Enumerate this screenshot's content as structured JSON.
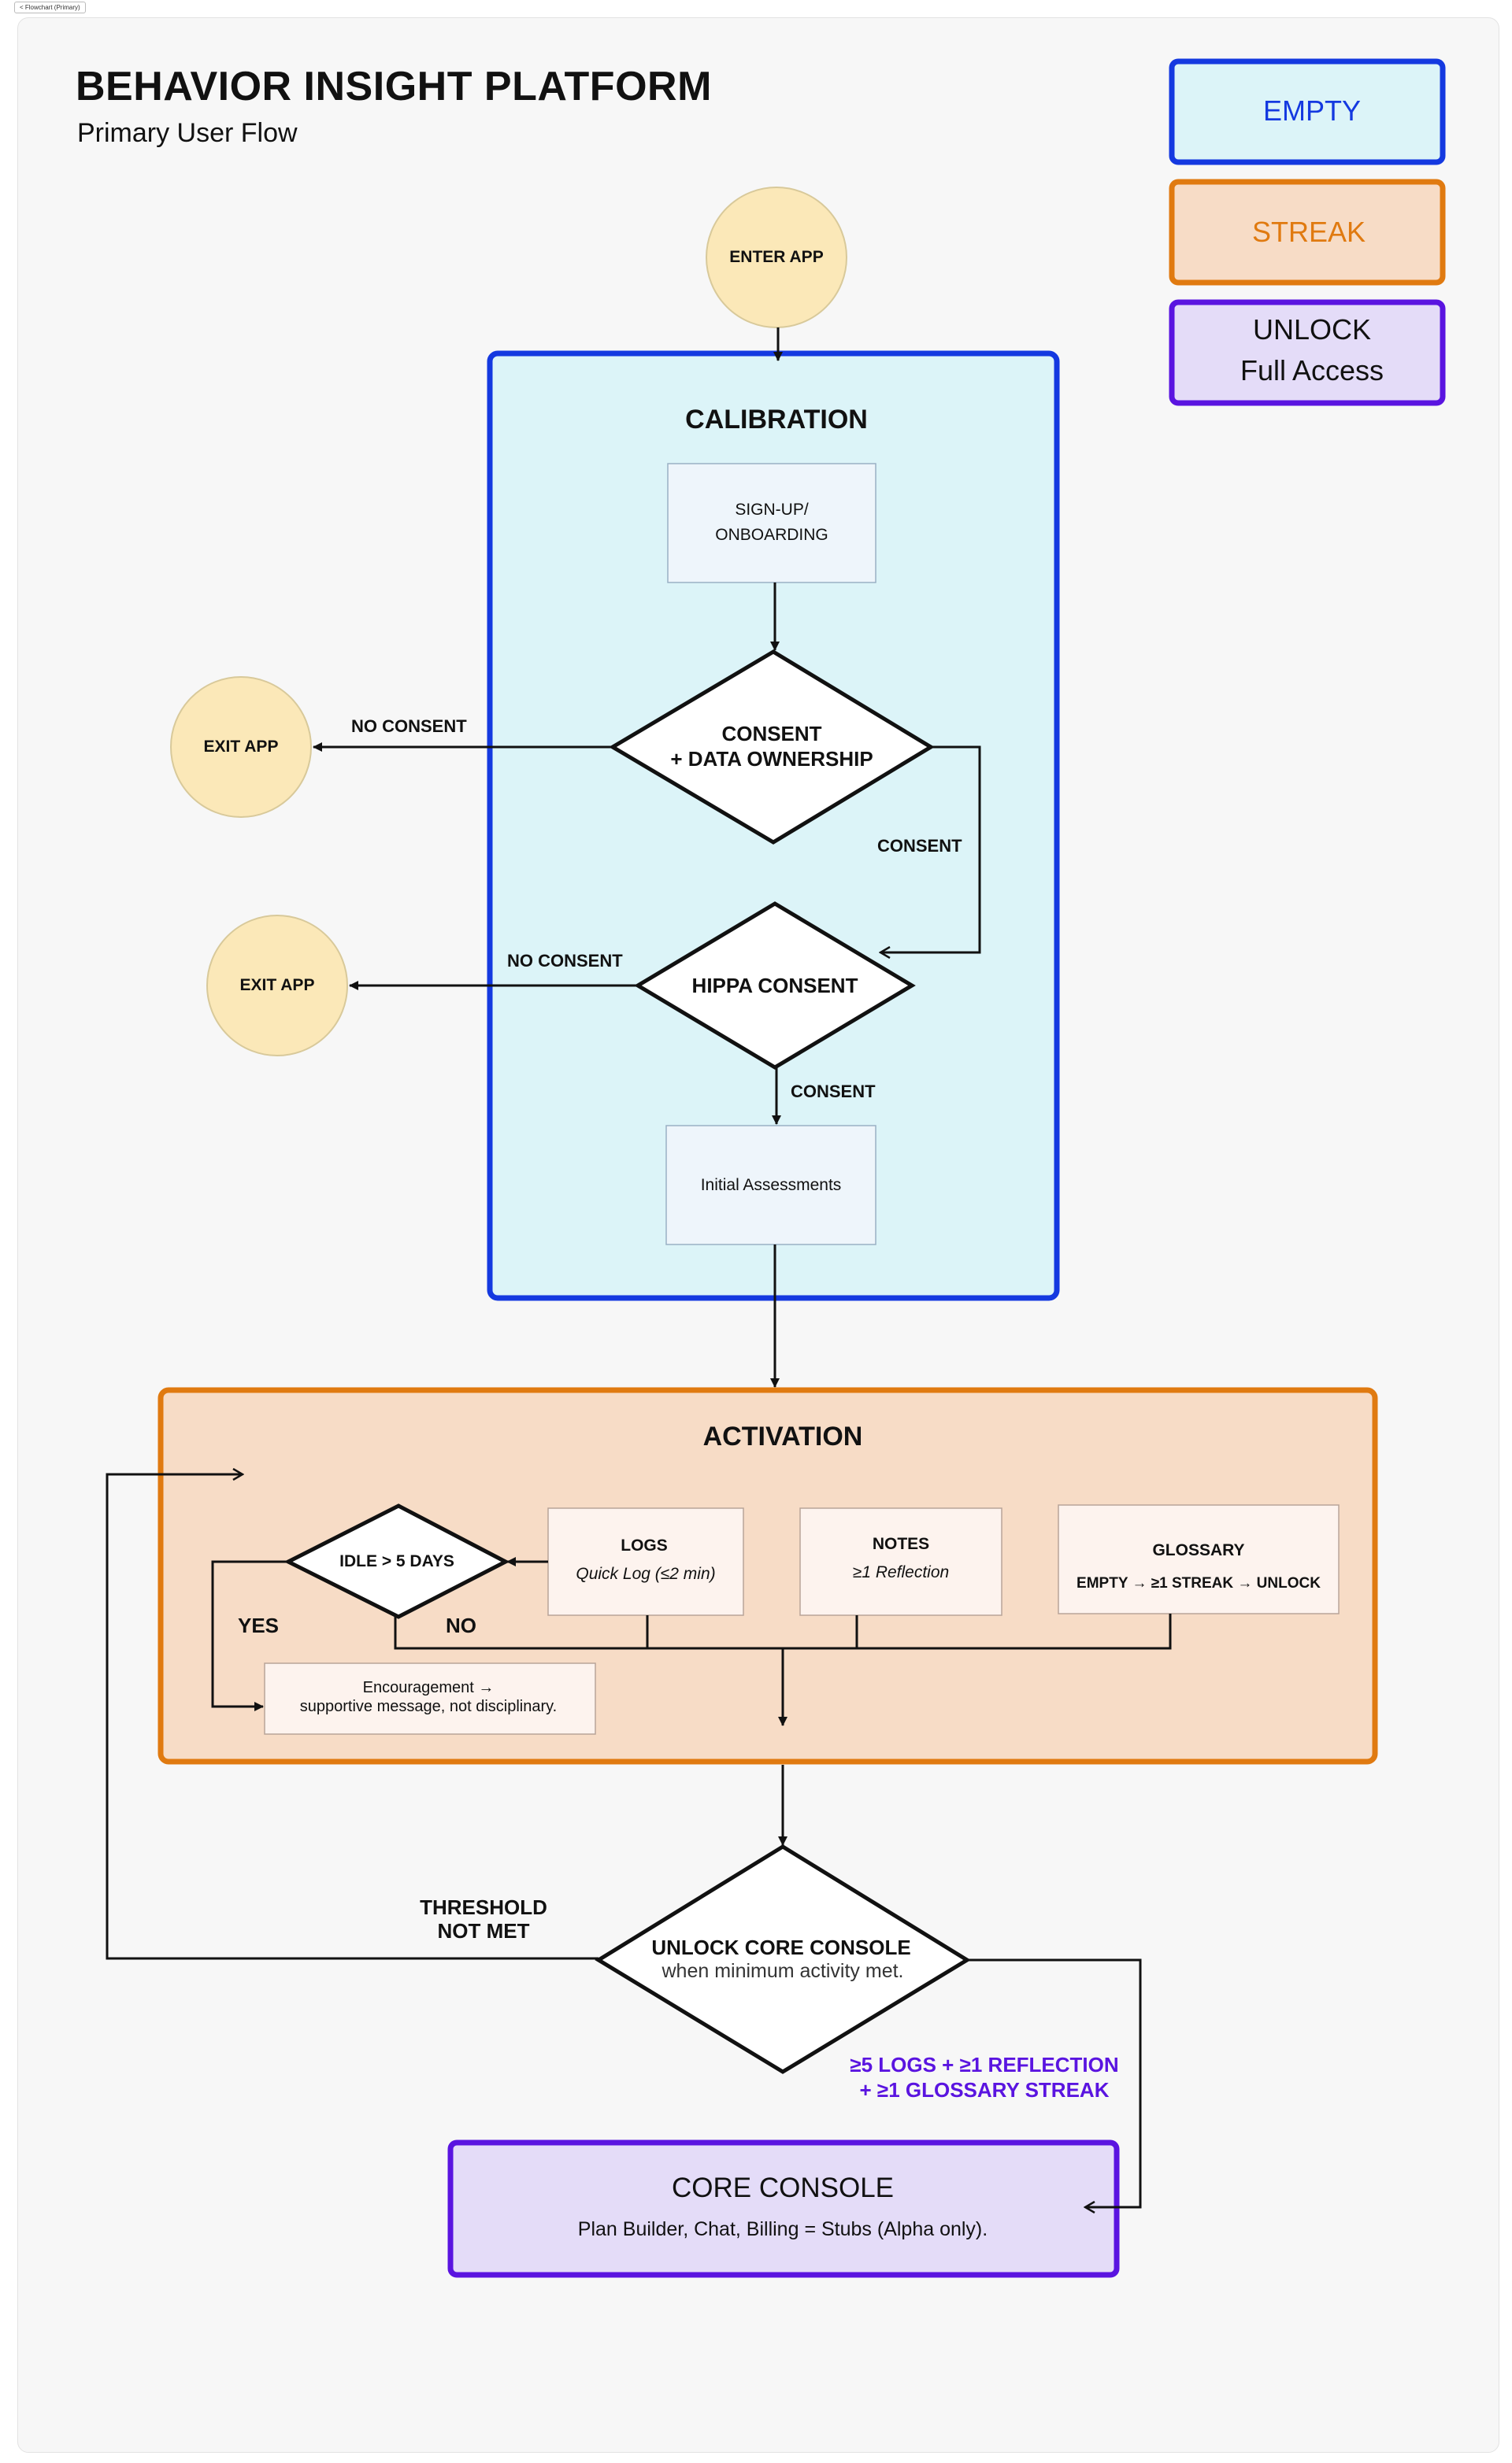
{
  "tab_label": "< Flowchart (Primary)",
  "header": {
    "title": "BEHAVIOR INSIGHT PLATFORM",
    "subtitle": "Primary User Flow"
  },
  "legend": {
    "empty": "EMPTY",
    "streak": "STREAK",
    "unlock_line1": "UNLOCK",
    "unlock_line2": "Full Access"
  },
  "colors": {
    "empty_accent": "#1439e0",
    "empty_fill": "#dcf4f8",
    "streak_accent": "#e07a10",
    "streak_fill": "#f7dcc6",
    "unlock_accent": "#5a14e0",
    "unlock_fill": "#e4dcf8",
    "terminal_fill": "#fbe8b8"
  },
  "nodes": {
    "enter_app": "ENTER APP",
    "exit_app_1": "EXIT APP",
    "exit_app_2": "EXIT APP",
    "signup_line1": "SIGN-UP/",
    "signup_line2": "ONBOARDING",
    "consent_line1": "CONSENT",
    "consent_line2": "+ DATA OWNERSHIP",
    "hippa": "HIPPA CONSENT",
    "initial_assessments": "Initial Assessments",
    "logs_title": "LOGS",
    "logs_sub": "Quick Log (≤2 min)",
    "notes_title": "NOTES",
    "notes_sub": "≥1 Reflection",
    "glossary_title": "GLOSSARY",
    "glossary_sub": "EMPTY → ≥1 STREAK → UNLOCK",
    "idle": "IDLE > 5 DAYS",
    "encouragement_line1": "Encouragement →",
    "encouragement_line2": "supportive message, not disciplinary.",
    "unlock_core_line1": "UNLOCK CORE CONSOLE",
    "unlock_core_line2": "when minimum activity met.",
    "core_console_title": "CORE CONSOLE",
    "core_console_sub": "Plan Builder, Chat, Billing = Stubs (Alpha only)."
  },
  "sections": {
    "calibration": "CALIBRATION",
    "activation": "ACTIVATION"
  },
  "edges": {
    "no_consent_1": "NO CONSENT",
    "consent_1": "CONSENT",
    "no_consent_2": "NO CONSENT",
    "consent_2": "CONSENT",
    "yes": "YES",
    "no": "NO",
    "threshold_line1": "THRESHOLD",
    "threshold_line2": "NOT MET",
    "criteria_line1": "≥5 LOGS + ≥1 REFLECTION",
    "criteria_line2": "+ ≥1 GLOSSARY STREAK"
  }
}
